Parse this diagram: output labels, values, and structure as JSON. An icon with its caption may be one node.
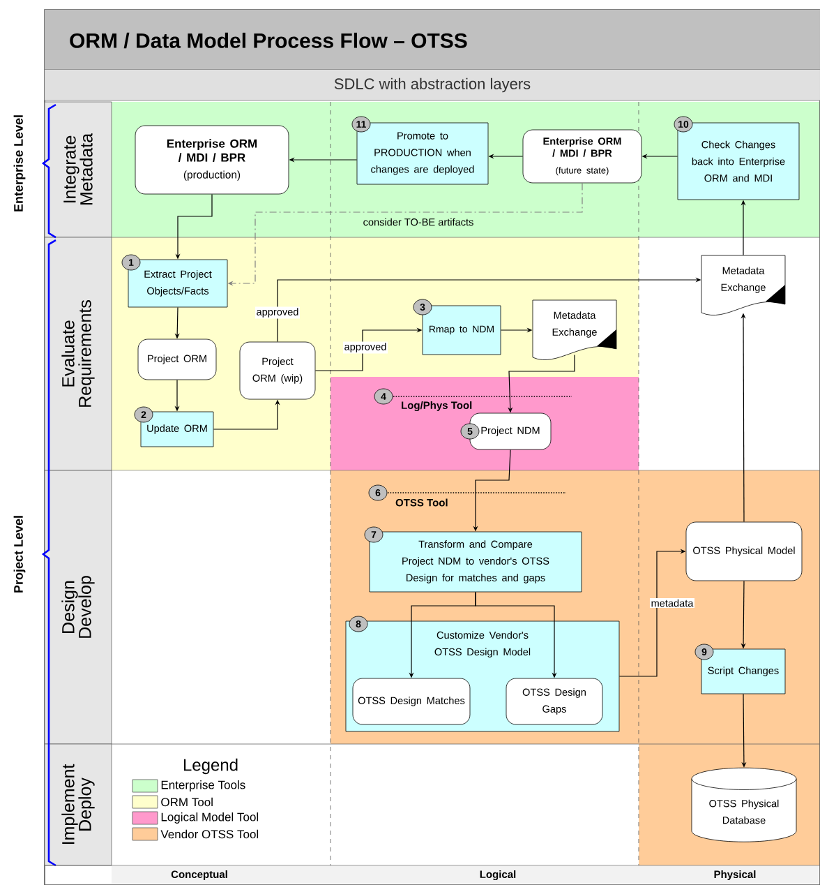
{
  "diagram": {
    "title": "ORM / Data Model Process Flow – OTSS",
    "nodes": [
      {
        "text": [
          "Enterprise ORM / MDI / BPR",
          "(production)"
        ]
      },
      {
        "text": [
          "11",
          "Promote to PRODUCTION when changes are deployed"
        ]
      },
      {
        "text": [
          "Enterprise ORM / MDI / BPR",
          "(future state)"
        ]
      },
      {
        "text": [
          "10",
          "Check Changes back into Enterprise ORM and MDI"
        ]
      },
      {
        "text": [
          "1",
          "Extract Project Objects/Facts"
        ]
      },
      {
        "text": [
          "Project ORM"
        ]
      },
      {
        "text": [
          "2",
          "Update ORM"
        ]
      },
      {
        "text": [
          "Project ORM (wip)"
        ]
      },
      {
        "text": [
          "3",
          "Rmap to NDM"
        ]
      },
      {
        "text": [
          "Metadata Exchange"
        ]
      },
      {
        "text": [
          "5",
          "Project NDM"
        ]
      },
      {
        "text": [
          "Metadata Exchange"
        ]
      },
      {
        "text": [
          "7",
          "Transform and Compare Project NDM to vendor's OTSS Design for matches and gaps"
        ]
      },
      {
        "text": [
          "8",
          "Customize Vendor's OTSS Design Model"
        ]
      },
      {
        "text": [
          "OTSS Design Matches"
        ],
        "in": 13
      },
      {
        "text": [
          "OTSS Design Gaps"
        ],
        "in": 13
      },
      {
        "text": [
          "OTSS Physical Model"
        ]
      },
      {
        "text": [
          "9",
          "Script Changes"
        ]
      },
      {
        "text": [
          "OTSS Physical Database"
        ]
      }
    ],
    "edges": [
      {
        "from": 1,
        "to": 0,
        "arrow": "to"
      },
      {
        "from": 2,
        "to": 1,
        "arrow": "to"
      },
      {
        "from": 3,
        "to": 2,
        "arrow": "to"
      },
      {
        "from": 0,
        "to": 4,
        "arrow": "to"
      },
      {
        "from": 2,
        "to": 4,
        "arrow": "to",
        "label": "consider TO-BE artifacts",
        "style": "dashed",
        "color": "#808080"
      },
      {
        "from": 4,
        "to": 5,
        "arrow": "to"
      },
      {
        "from": 5,
        "to": 6,
        "arrow": "to"
      },
      {
        "from": 6,
        "to": 7,
        "arrow": "to"
      },
      {
        "from": 7,
        "to": 11,
        "arrow": "to",
        "label": "approved"
      },
      {
        "from": 7,
        "to": 8,
        "arrow": "to",
        "label": "approved"
      },
      {
        "from": 8,
        "to": 9,
        "arrow": "to"
      },
      {
        "from": 9,
        "to": 10,
        "arrow": "to"
      },
      {
        "from": 10,
        "to": 12,
        "arrow": "to"
      },
      {
        "from": 12,
        "to": 14,
        "arrow": "to"
      },
      {
        "from": 12,
        "to": 15,
        "arrow": "to"
      },
      {
        "from": 13,
        "to": 16,
        "arrow": "to",
        "label": "metadata"
      },
      {
        "from": 16,
        "to": 17,
        "arrow": "to"
      },
      {
        "from": 17,
        "to": 18,
        "arrow": "to"
      },
      {
        "from": 16,
        "to": 11,
        "arrow": "to"
      },
      {
        "from": 11,
        "to": 3,
        "arrow": "to"
      }
    ],
    "labels": [
      "SDLC with abstraction layers",
      "Enterprise Level",
      "Integrate Metadata",
      "Evaluate Requirements",
      "Project Level",
      "4",
      "Log/Phys Tool",
      "Design Develop",
      "6",
      "OTSS Tool",
      "Implement Deploy",
      "Legend",
      "Conceptual",
      "Logical",
      "Physical"
    ],
    "legend": [
      {
        "text": "Enterprise Tools",
        "color": "#ccffcc"
      },
      {
        "text": "ORM Tool",
        "color": "#ffffcc"
      },
      {
        "text": "Logical Model Tool",
        "color": "#ff99cc"
      },
      {
        "text": "Vendor OTSS Tool",
        "color": "#ffcc99"
      }
    ]
  }
}
